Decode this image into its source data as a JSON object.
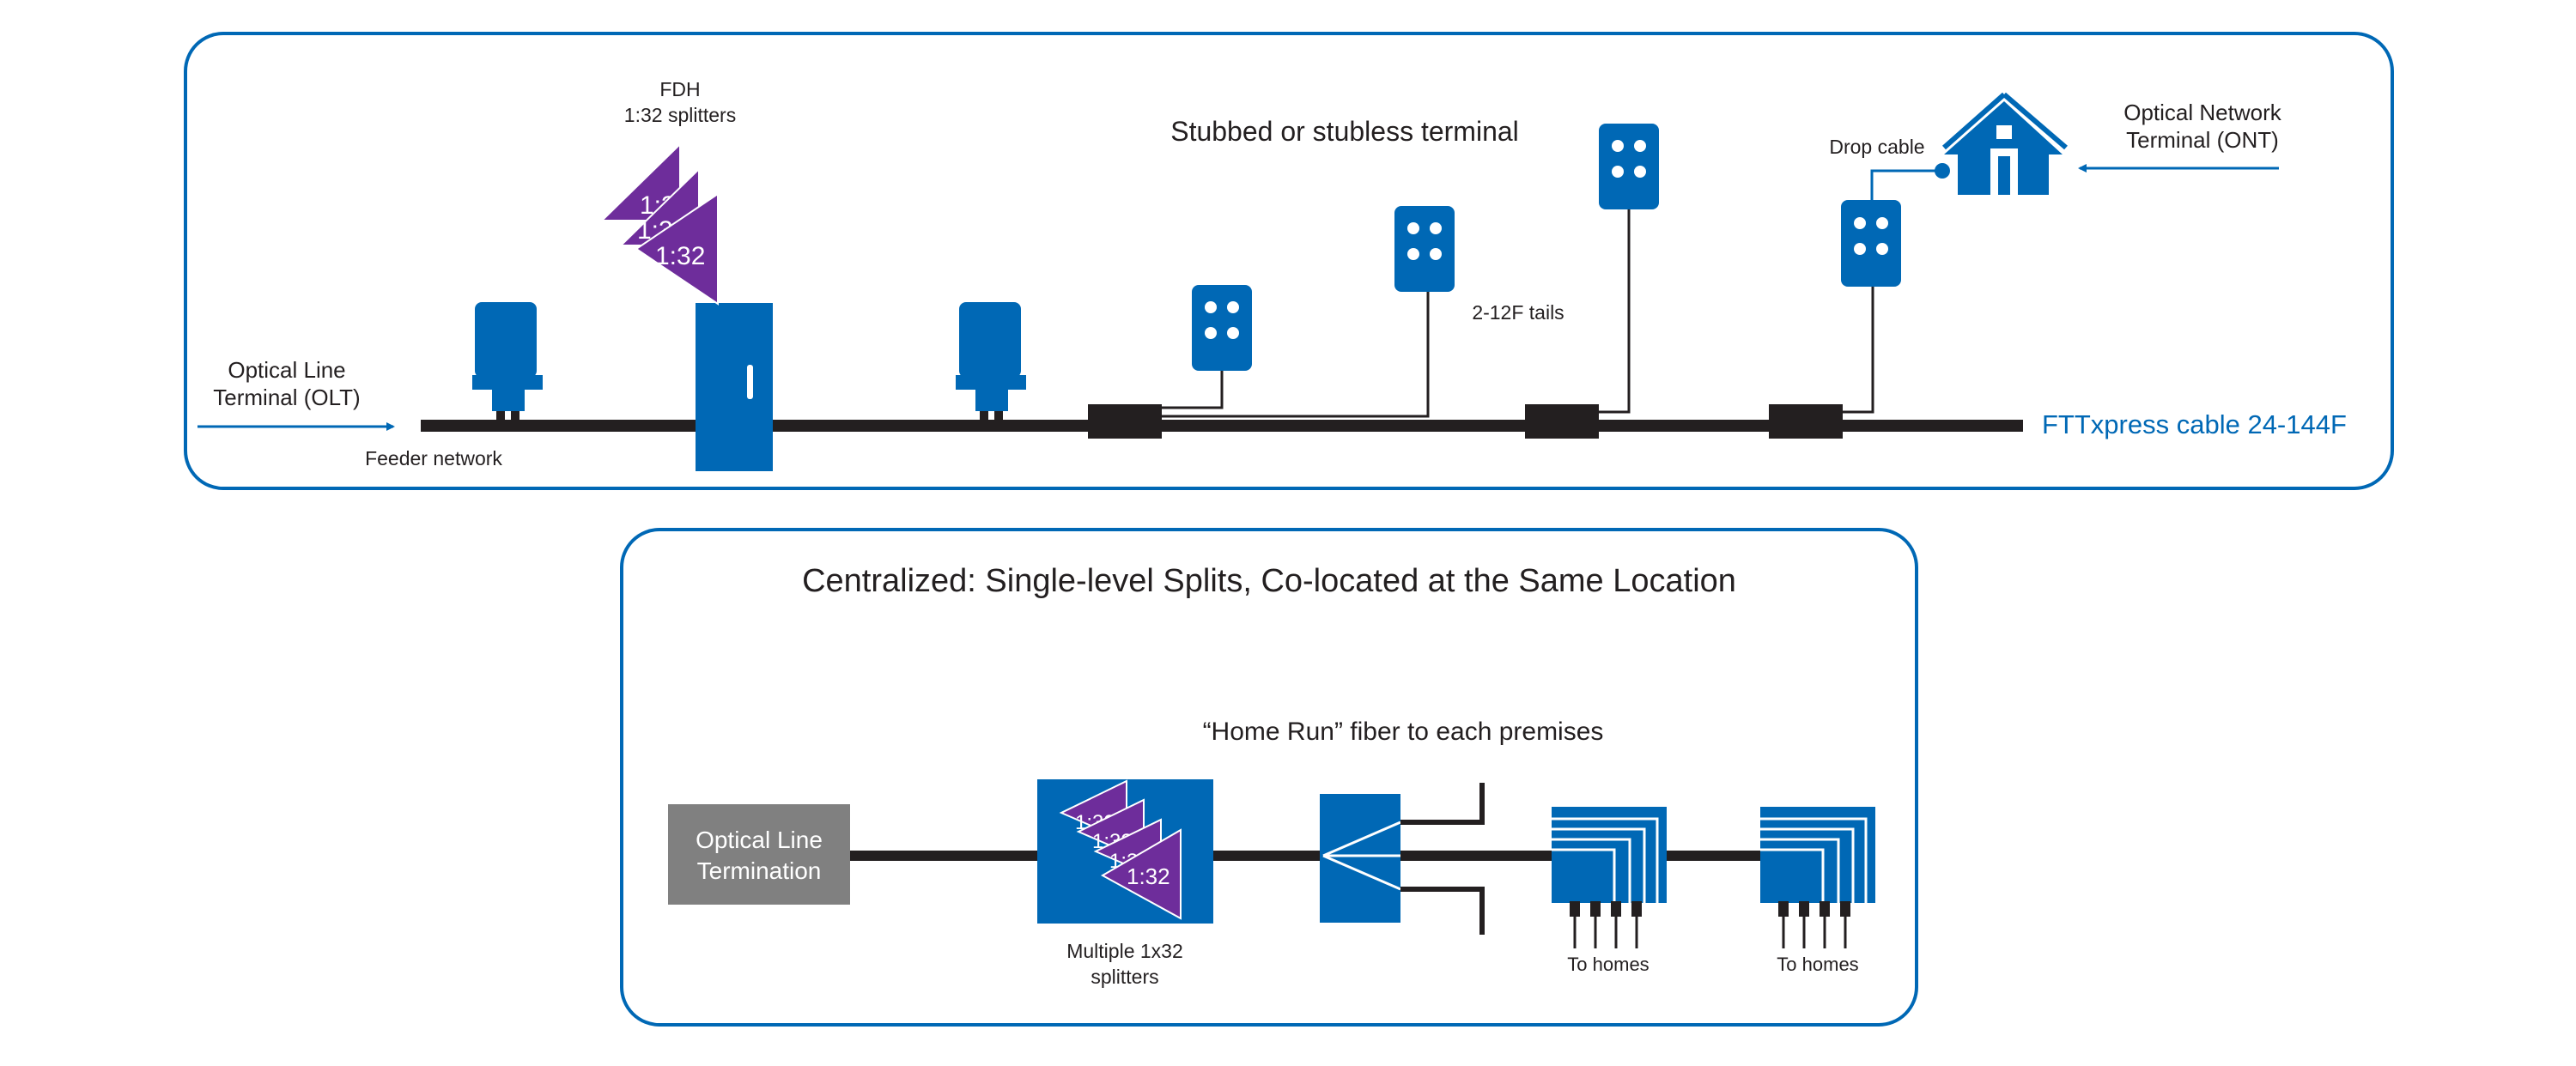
{
  "colors": {
    "blue": "#0068b5",
    "purple": "#6e2d9b",
    "cable": "#231f20",
    "gray": "#808080",
    "text": "#231f20",
    "white": "#ffffff"
  },
  "top": {
    "olt_label_1": "Optical Line",
    "olt_label_2": "Terminal (OLT)",
    "feeder_label": "Feeder network",
    "fdh_label_1": "FDH",
    "fdh_label_2": "1:32 splitters",
    "splitter_label": "1:32",
    "terminal_title": "Stubbed or stubless terminal",
    "tails_label": "2-12F tails",
    "drop_cable_label": "Drop cable",
    "ont_label_1": "Optical Network",
    "ont_label_2": "Terminal (ONT)",
    "cable_label": "FTTxpress cable 24-144F"
  },
  "bottom": {
    "title": "Centralized: Single-level Splits, Co-located at the Same Location",
    "home_run_label": "“Home Run” fiber to each premises",
    "olt_box_1": "Optical Line",
    "olt_box_2": "Termination",
    "splitter_label": "1:32",
    "splitters_caption_1": "Multiple 1x32",
    "splitters_caption_2": "splitters",
    "to_homes_1": "To homes",
    "to_homes_2": "To homes"
  },
  "icons": [
    "arrow-icon",
    "pedestal-icon",
    "fdh-cabinet-icon",
    "splitter-icon",
    "terminal-icon",
    "splice-closure-icon",
    "house-icon",
    "connector-icon",
    "splitter-box-icon",
    "distribution-panel-icon"
  ]
}
